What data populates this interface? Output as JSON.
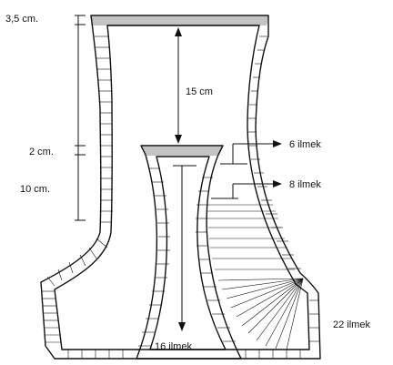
{
  "labels": {
    "top_band": "3,5 cm.",
    "mid_band": "2 cm.",
    "lower_section": "10 cm.",
    "upper_height": "15 cm",
    "stitches_6": "6 ilmek",
    "stitches_8": "8 ilmek",
    "stitches_22": "22 ilmek",
    "stitches_16": "16 ilmek"
  },
  "colors": {
    "line": "#111111",
    "background": "#ffffff"
  }
}
